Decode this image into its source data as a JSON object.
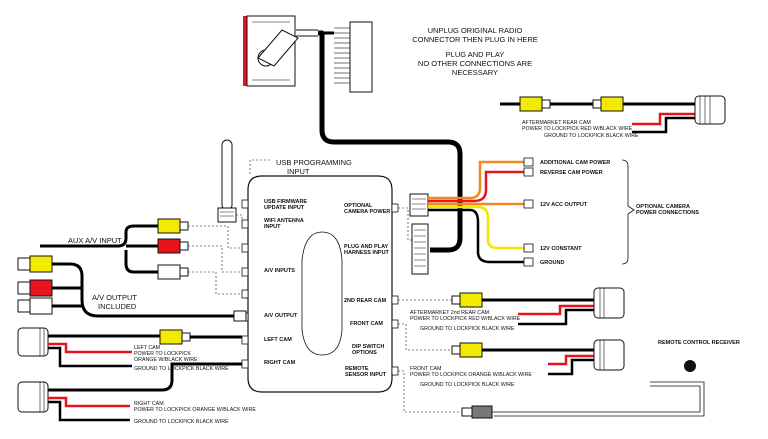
{
  "notes": {
    "unplug": [
      "UNPLUG ORIGINAL RADIO",
      "CONNECTOR THEN PLUG IN HERE"
    ],
    "plug_play": [
      "PLUG AND PLAY",
      "NO OTHER CONNECTIONS ARE",
      "NECESSARY"
    ]
  },
  "module": {
    "usb_programming": [
      "USB PROGRAMMING",
      "INPUT"
    ],
    "usb_firmware": [
      "USB FIRMWARE",
      "UPDATE INPUT"
    ],
    "wifi_antenna": [
      "WIFI ANTENNA",
      "INPUT"
    ],
    "av_inputs": "A/V INPUTS",
    "av_output": "A/V OUTPUT",
    "left_cam": "LEFT CAM",
    "right_cam": "RIGHT CAM",
    "optional_camera_power": [
      "OPTIONAL",
      "CAMERA POWER"
    ],
    "plug_play_harness": [
      "PLUG AND PLAY",
      "HARNESS INPUT"
    ],
    "second_rear_cam": "2ND REAR CAM",
    "front_cam": "FRONT CAM",
    "dip_switch": [
      "DIP SWITCH",
      "OPTIONS"
    ],
    "remote_sensor": [
      "REMOTE",
      "SENSOR INPUT"
    ]
  },
  "left_side": {
    "aux_av_input": "AUX A/V INPUT",
    "av_output_included": [
      "A/V OUTPUT",
      "INCLUDED"
    ],
    "left_cam": [
      "LEFT CAM",
      "POWER TO LOCKPICK",
      "ORANGE W/BLACK WIRE",
      "GROUND TO LOCKPICK BLACK WIRE"
    ],
    "right_cam": [
      "RIGHT CAM",
      "POWER TO LOCKPICK ORANGE W/BLACK WIRE",
      "GROUND TO LOCKPICK BLACK WIRE"
    ]
  },
  "right_side": {
    "aftermarket_rear_cam": [
      "AFTERMARKET REAR CAM",
      "POWER TO LOCKPICK RED W/BLACK WIRE",
      "GROUND TO LOCKPICK BLACK WIRE"
    ],
    "power_leads": [
      "ADDITIONAL CAM POWER",
      "REVERSE CAM POWER",
      "12V ACC OUTPUT",
      "12V CONSTANT",
      "GROUND"
    ],
    "optional_camera_power_connections": [
      "OPTIONAL CAMERA",
      "POWER CONNECTIONS"
    ],
    "second_rear_cam": [
      "AFTERMARKET 2nd REAR CAM",
      "POWER TO LOCKPICK RED W/BLACK WIRE",
      "GROUND TO LOCKPICK BLACK WIRE"
    ],
    "front_cam": [
      "FRONT CAM",
      "POWER TO LOCKPICK ORANGE W/BLACK WIRE",
      "GROUND TO LOCKPICK BLACK WIRE"
    ],
    "remote_control_receiver": "REMOTE CONTROL RECEIVER"
  },
  "colors": {
    "rca_yellow": "#f2ea00",
    "rca_red": "#e8141c",
    "rca_white": "#ffffff",
    "wire_red": "#e8141c",
    "wire_orange": "#f08a1e",
    "wire_yellow": "#f5e600",
    "wire_black": "#000000",
    "connector_red_accent": "#e8141c"
  }
}
